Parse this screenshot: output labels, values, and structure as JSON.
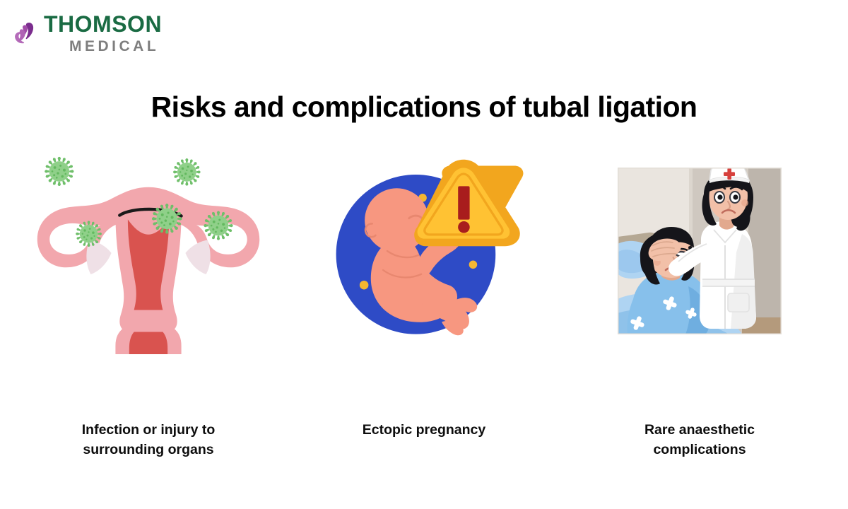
{
  "brand": {
    "mark_icon": "butterfly-logo-icon",
    "primary": "THOMSON",
    "secondary": "MEDICAL",
    "primary_color": "#1A6B43",
    "secondary_color": "#7E7E7E",
    "mark_color_dark": "#7B2D8E",
    "mark_color_light": "#B063B5"
  },
  "title": "Risks and complications of tubal ligation",
  "cards": [
    {
      "illustration": "uterus-with-virus-particles-icon",
      "caption": "Infection or injury to surrounding organs",
      "colors": {
        "organ_outer": "#F2A7AD",
        "organ_inner": "#D9534F",
        "organ_tint": "#EFE0E6",
        "virus": "#84CC7F",
        "virus_dark": "#4CA64C",
        "line": "#1A1A1A"
      }
    },
    {
      "illustration": "fetus-in-circle-with-warning-icon",
      "caption": "Ectopic pregnancy",
      "colors": {
        "circle": "#2E4BC6",
        "skin": "#F79780",
        "skin_shade": "#E8876F",
        "warning_fill": "#FFC233",
        "warning_stroke": "#F2A61E",
        "warning_mark": "#A81D1D",
        "dot": "#F5B731"
      }
    },
    {
      "illustration": "nurse-and-patient-photo",
      "caption": "Rare anaesthetic complications",
      "colors": {
        "wall_light": "#EAE5DF",
        "wall_mid": "#CFC8C0",
        "wall_dark": "#BDB5AC",
        "uniform": "#FFFFFF",
        "uniform_shade": "#E7E7E7",
        "hair": "#15151A",
        "skin": "#F2C0A8",
        "gown": "#87C0EB",
        "gown_shade": "#6FAEE0",
        "pillow": "#AFD4F2",
        "bedframe": "#B5A894",
        "cross_red": "#D6403C"
      }
    }
  ]
}
